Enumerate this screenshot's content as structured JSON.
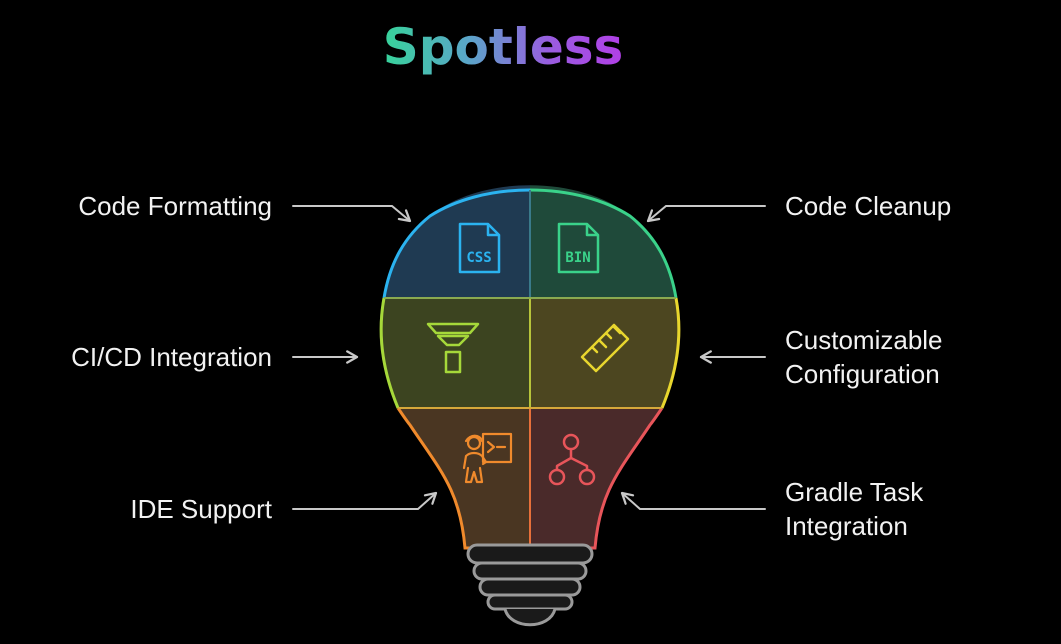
{
  "title": "Spotless",
  "features": {
    "code_formatting": {
      "label": "Code Formatting",
      "icon": "css-file-icon",
      "color": "#2bb3f0"
    },
    "code_cleanup": {
      "label": "Code Cleanup",
      "icon": "bin-file-icon",
      "color": "#3ad28a"
    },
    "cicd_integration": {
      "label": "CI/CD Integration",
      "icon": "funnel-icon",
      "color": "#a6d83a"
    },
    "customizable_configuration": {
      "label_line1": "Customizable",
      "label_line2": "Configuration",
      "icon": "ruler-icon",
      "color": "#e8d62e"
    },
    "ide_support": {
      "label": "IDE Support",
      "icon": "presenter-terminal-icon",
      "color": "#f08a2c"
    },
    "gradle_task_integration": {
      "label_line1": "Gradle Task",
      "label_line2": "Integration",
      "icon": "workflow-tree-icon",
      "color": "#e8555a"
    }
  },
  "icon_text": {
    "css": "CSS",
    "bin": "BIN"
  },
  "colors": {
    "title_gradient": [
      "#37d39a",
      "#5aa6c8",
      "#9a5ce0",
      "#b13fe6"
    ],
    "arrow": "#c8c8c8",
    "bulb_base": "#9a9a9a",
    "background": "#000000"
  }
}
